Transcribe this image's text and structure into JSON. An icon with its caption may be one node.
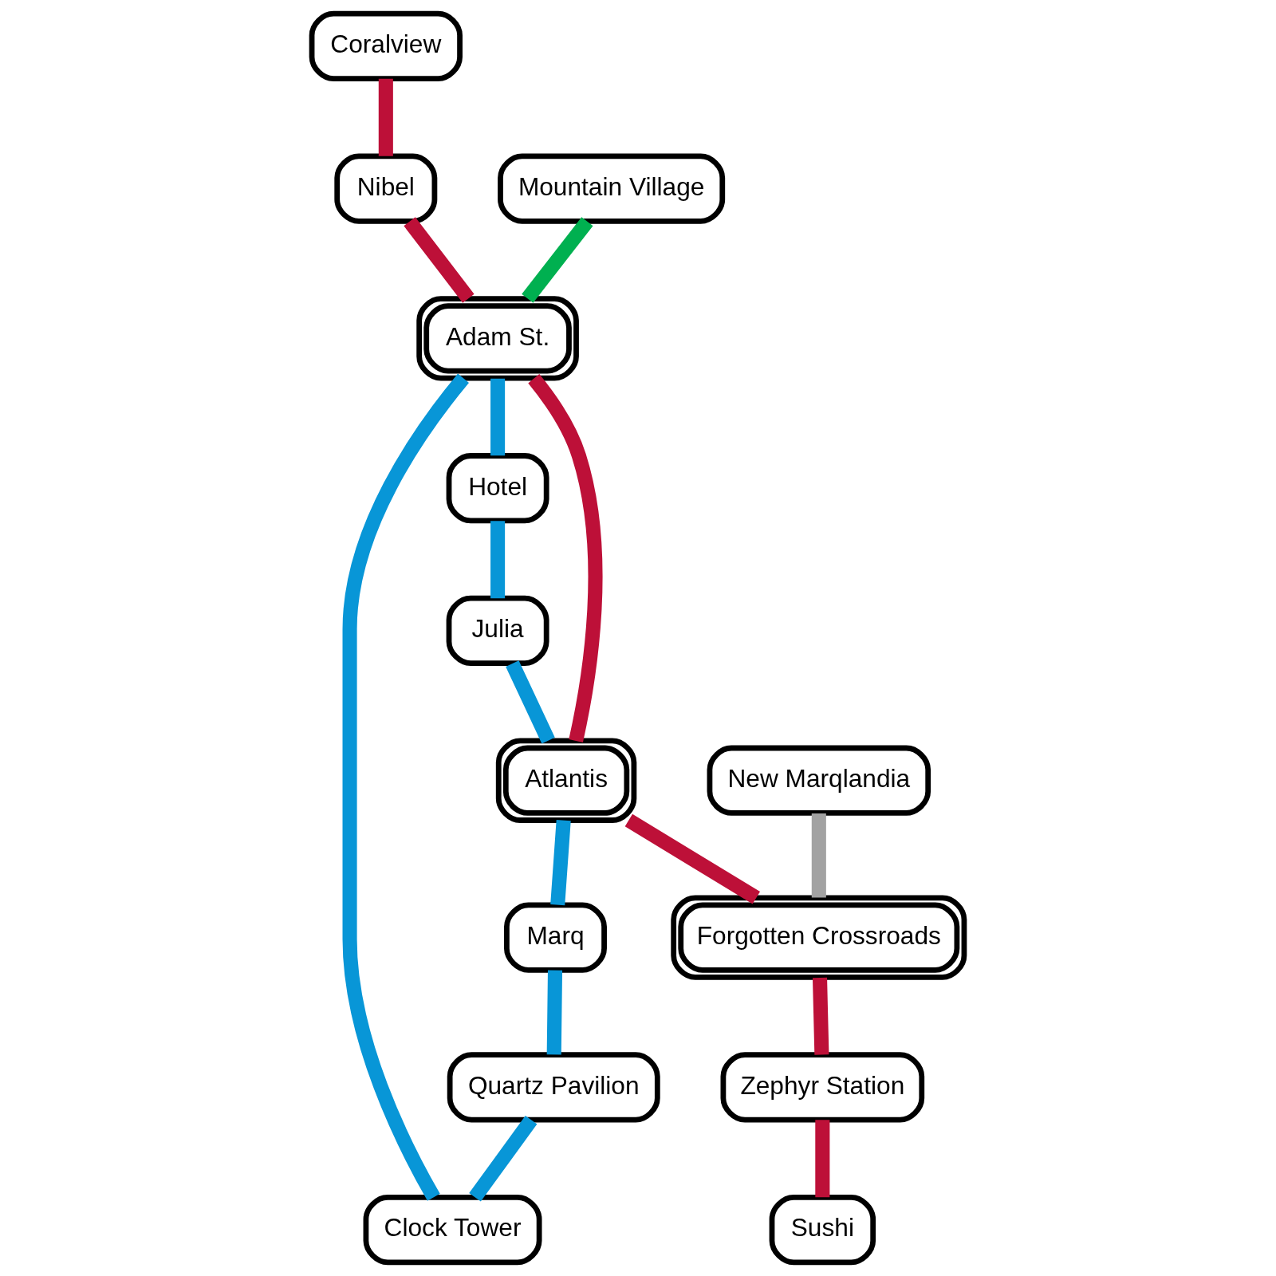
{
  "diagram": {
    "nodes": [
      {
        "text": [
          "Coralview"
        ]
      },
      {
        "text": [
          "Nibel"
        ]
      },
      {
        "text": [
          "New Marqlandia"
        ]
      },
      {
        "text": [
          "Mountain Village"
        ]
      },
      {
        "text": [
          "Quartz Pavilion"
        ]
      },
      {
        "text": [
          "Clock Tower"
        ]
      },
      {
        "text": [
          "Adam St."
        ]
      },
      {
        "text": [
          "Hotel"
        ]
      },
      {
        "text": [
          "Marq"
        ]
      },
      {
        "text": [
          "Atlantis"
        ]
      },
      {
        "text": [
          "Julia"
        ]
      },
      {
        "text": [
          "Forgotten Crossroads"
        ]
      },
      {
        "text": [
          "Zephyr Station"
        ]
      },
      {
        "text": [
          "Sushi"
        ]
      }
    ],
    "edges": [
      {
        "from": 0,
        "to": 1,
        "arrow": "none",
        "color": "#bd1038"
      },
      {
        "from": 1,
        "to": 6,
        "arrow": "none",
        "color": "#bd1038"
      },
      {
        "from": 6,
        "to": 9,
        "arrow": "none",
        "color": "#bd1038"
      },
      {
        "from": 9,
        "to": 11,
        "arrow": "none",
        "color": "#bd1038"
      },
      {
        "from": 11,
        "to": 12,
        "arrow": "none",
        "color": "#bd1038"
      },
      {
        "from": 12,
        "to": 13,
        "arrow": "none",
        "color": "#bd1038"
      },
      {
        "from": 3,
        "to": 6,
        "arrow": "none",
        "color": "#00b050"
      },
      {
        "from": 4,
        "to": 5,
        "arrow": "none",
        "color": "#0896d7"
      },
      {
        "from": 5,
        "to": 6,
        "arrow": "none",
        "color": "#0896d7"
      },
      {
        "from": 6,
        "to": 7,
        "arrow": "none",
        "color": "#0896d7"
      },
      {
        "from": 7,
        "to": 10,
        "arrow": "none",
        "color": "#0896d7"
      },
      {
        "from": 10,
        "to": 9,
        "arrow": "none",
        "color": "#0896d7"
      },
      {
        "from": 9,
        "to": 8,
        "arrow": "none",
        "color": "#0896d7"
      },
      {
        "from": 8,
        "to": 4,
        "arrow": "none",
        "color": "#0896d7"
      },
      {
        "from": 2,
        "to": 11,
        "arrow": "none",
        "color": "#a2a2a2"
      }
    ]
  }
}
